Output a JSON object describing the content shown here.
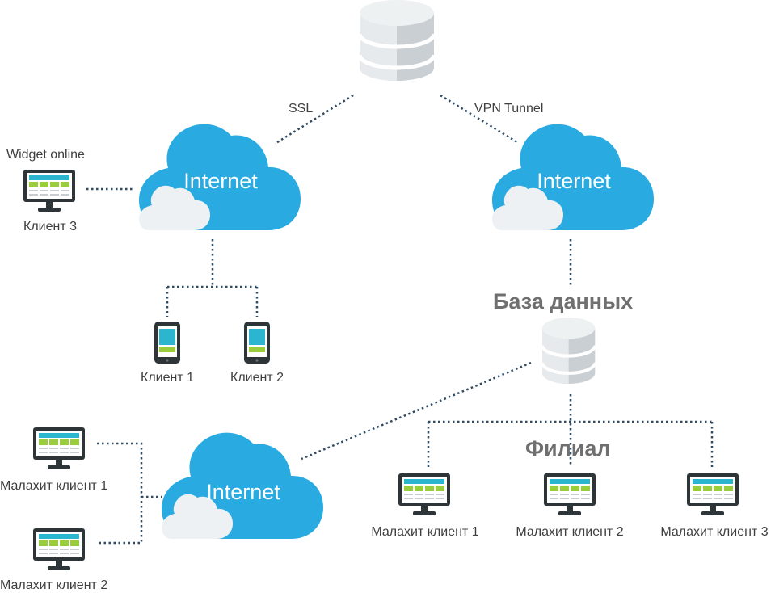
{
  "nodes": {
    "cloud_left": {
      "label": "Internet"
    },
    "cloud_right": {
      "label": "Internet"
    },
    "cloud_bottom": {
      "label": "Internet"
    },
    "main_db": {
      "label": ""
    },
    "branch_db": {
      "label": "База данных"
    },
    "branch": {
      "label": "Филиал"
    },
    "widget_client": {
      "top_label": "Widget online",
      "label": "Клиент 3"
    },
    "phone_1": {
      "label": "Клиент 1"
    },
    "phone_2": {
      "label": "Клиент 2"
    },
    "remote_client_1": {
      "label": "Малахит клиент 1"
    },
    "remote_client_2": {
      "label": "Малахит клиент 2"
    },
    "branch_client_1": {
      "label": "Малахит клиент 1"
    },
    "branch_client_2": {
      "label": "Малахит клиент 2"
    },
    "branch_client_3": {
      "label": "Малахит клиент 3"
    }
  },
  "edges": {
    "ssl": {
      "label": "SSL"
    },
    "vpn": {
      "label": "VPN Tunnel"
    }
  },
  "colors": {
    "cloud": "#29abe2",
    "cloud_small": "#e8ecee",
    "db_light": "#e6e9eb",
    "db_dark": "#c5cbd0",
    "screen_bar": "#2bb5cf",
    "screen_green": "#9acd3c",
    "device_dark": "#2e3539",
    "line": "#2f4a63"
  }
}
